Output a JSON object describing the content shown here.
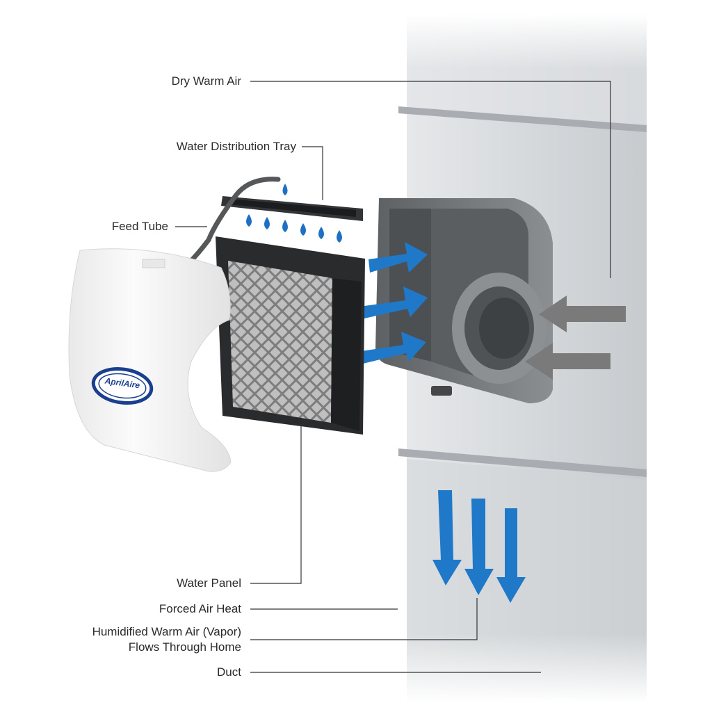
{
  "diagram": {
    "labels": {
      "dry_warm_air": "Dry Warm Air",
      "water_distribution_tray": "Water Distribution Tray",
      "feed_tube": "Feed Tube",
      "water_panel": "Water Panel",
      "forced_air_heat": "Forced Air Heat",
      "humidified_line1": "Humidified Warm Air (Vapor)",
      "humidified_line2": "Flows Through Home",
      "duct": "Duct"
    },
    "brand_logo_text": "AprilAire",
    "colors": {
      "flow_arrow": "#1f78c8",
      "water_drop": "#1f6fc4",
      "intake_arrow": "#7a7a7a",
      "duct_metal": "#d9dcde",
      "housing_gray": "#6d7072",
      "panel_frame": "#2a2b2d",
      "cover_white": "#f4f4f4",
      "leader_line": "#333333"
    }
  }
}
